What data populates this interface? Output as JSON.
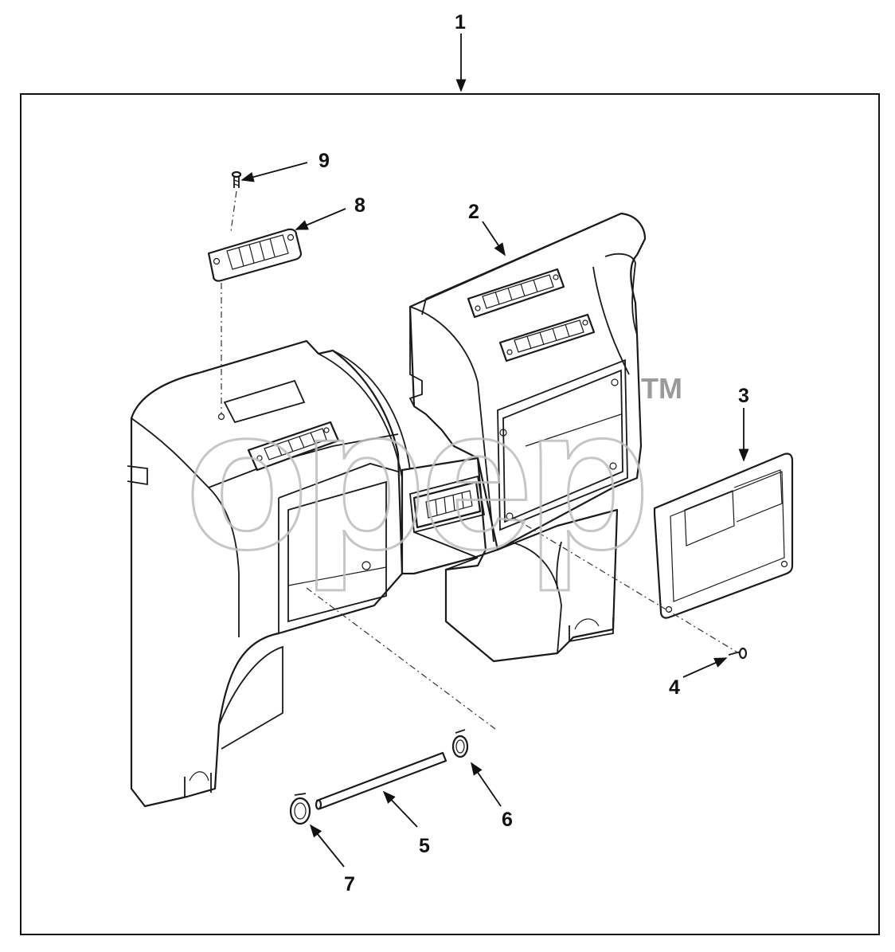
{
  "watermark": {
    "text": "opep",
    "tm": "TM"
  },
  "callouts": {
    "c1": "1",
    "c2": "2",
    "c3": "3",
    "c4": "4",
    "c5": "5",
    "c6": "6",
    "c7": "7",
    "c8": "8",
    "c9": "9"
  },
  "colors": {
    "line": "#1a1a1a",
    "watermark": "#bdbdbd",
    "background": "#ffffff"
  }
}
